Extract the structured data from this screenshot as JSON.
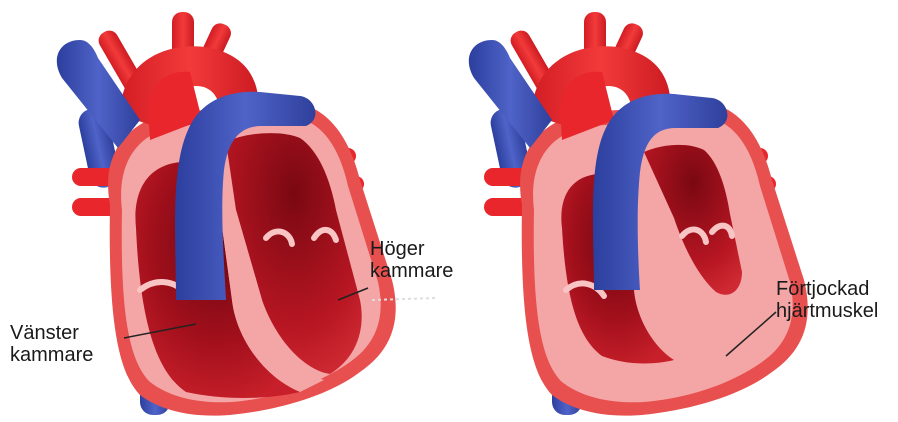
{
  "labels": {
    "normal_right_ventricle": {
      "line1": "Höger",
      "line2": "kammare"
    },
    "normal_left_ventricle": {
      "line1": "Vänster",
      "line2": "kammare"
    },
    "thickened_muscle": {
      "line1": "Förtjockad",
      "line2": "hjärtmuskel"
    }
  },
  "colors": {
    "artery_red": "#e8262b",
    "vein_blue": "#3a4fb3",
    "muscle_pink": "#f4a6a6",
    "chamber_dark": "#a8101c",
    "outline": "#e7504f"
  }
}
